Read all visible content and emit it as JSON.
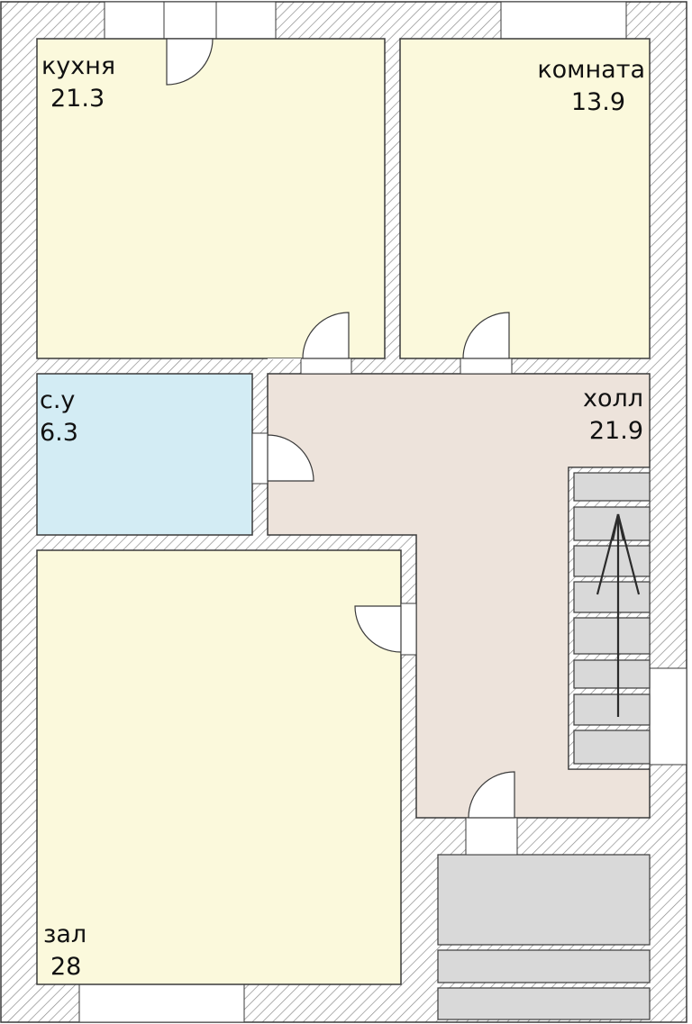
{
  "colors": {
    "wall_hatch_line": "#8c8c8c",
    "wall_bg": "#ffffff",
    "outline": "#3a3a3a",
    "living_fill": "#fbf9dc",
    "bath_fill": "#d3ecf4",
    "hall_fill": "#ede3db",
    "stair_fill": "#d9d9d9",
    "opening_fill": "#ffffff"
  },
  "rooms": [
    {
      "id": "kitchen",
      "name": "кухня",
      "area": "21.3"
    },
    {
      "id": "room",
      "name": "комната",
      "area": "13.9"
    },
    {
      "id": "bathroom",
      "name": "с.у",
      "area": "6.3"
    },
    {
      "id": "hall",
      "name": "холл",
      "area": "21.9"
    },
    {
      "id": "living",
      "name": "зал",
      "area": "28"
    }
  ]
}
